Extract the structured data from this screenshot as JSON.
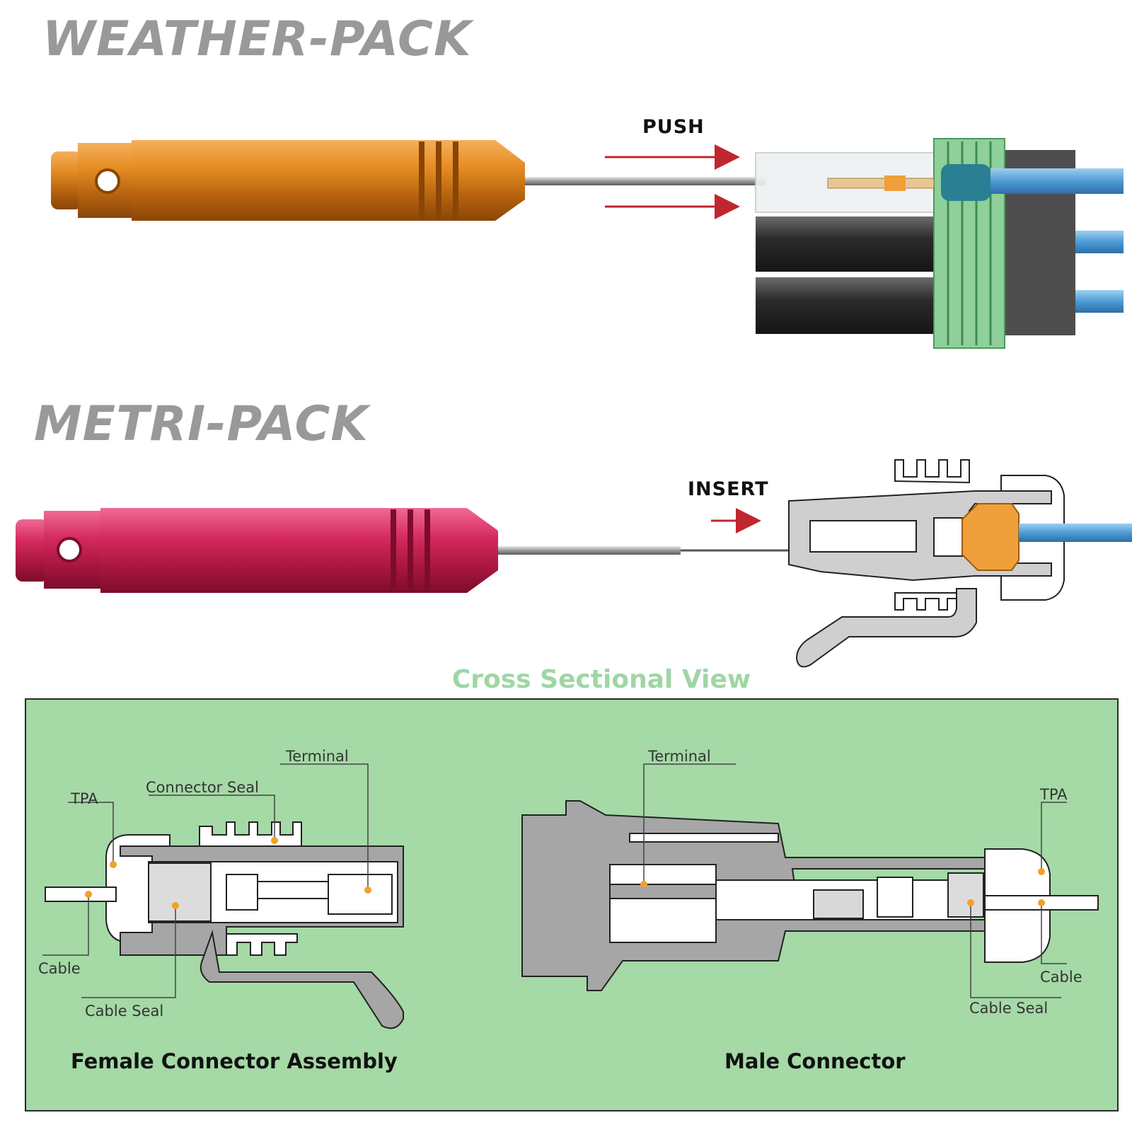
{
  "section1": {
    "title": "WEATHER-PACK",
    "action": "PUSH"
  },
  "section2": {
    "title": "METRI-PACK",
    "action": "INSERT"
  },
  "cross_section": {
    "title": "Cross Sectional View",
    "female": {
      "caption": "Female Connector Assembly",
      "labels": {
        "tpa": "TPA",
        "connector_seal": "Connector Seal",
        "terminal": "Terminal",
        "cable": "Cable",
        "cable_seal": "Cable Seal"
      }
    },
    "male": {
      "caption": "Male Connector",
      "labels": {
        "terminal": "Terminal",
        "tpa": "TPA",
        "cable": "Cable",
        "cable_seal": "Cable Seal"
      }
    }
  },
  "colors": {
    "orange_tool": "#d98a1e",
    "pink_tool": "#d42a5f",
    "arrow_red": "#c0262f",
    "wire_blue": "#5aa6dc",
    "panel_green": "#a5d9a6",
    "housing_gray": "#a6a6a6",
    "leader_orange": "#f2a127",
    "heading_gray": "#999999"
  }
}
